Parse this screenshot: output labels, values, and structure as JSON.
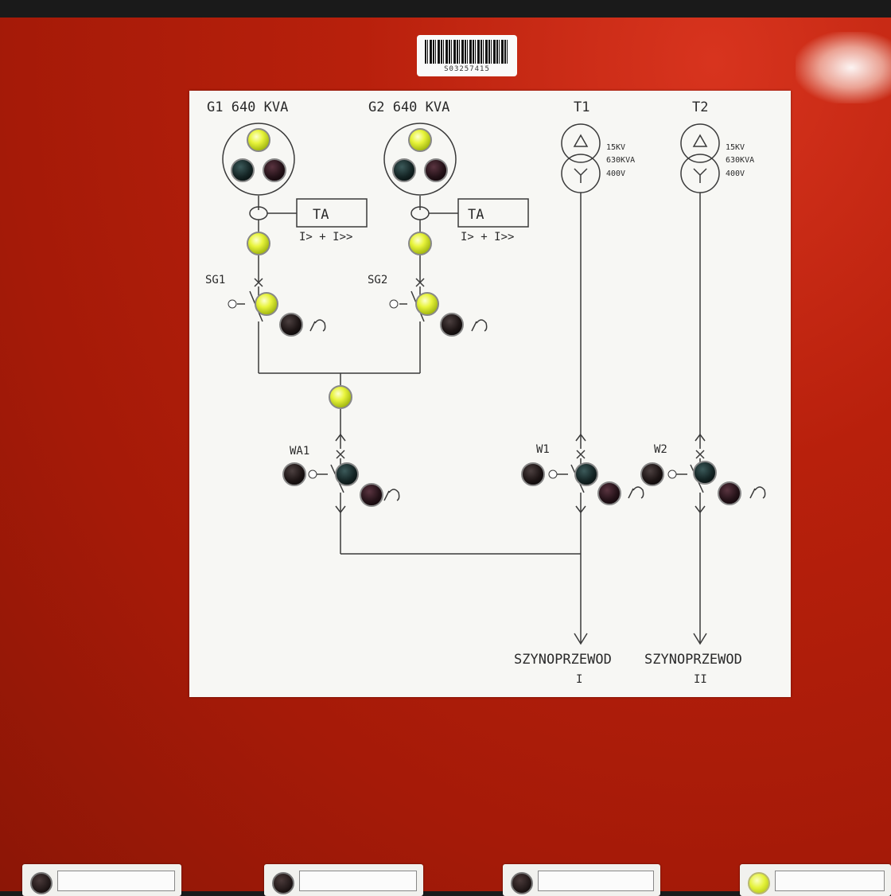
{
  "barcode": {
    "number": "S03257415"
  },
  "generators": [
    {
      "label": "G1 640 KVA",
      "protection_box": "TA",
      "protection_text": "I> + I>>",
      "breaker_label": "SG1"
    },
    {
      "label": "G2 640 KVA",
      "protection_box": "TA",
      "protection_text": "I> + I>>",
      "breaker_label": "SG2"
    }
  ],
  "transformers": [
    {
      "label": "T1",
      "primary": "15KV",
      "rating": "630KVA",
      "secondary": "400V",
      "breaker_label": "W1"
    },
    {
      "label": "T2",
      "primary": "15KV",
      "rating": "630KVA",
      "secondary": "400V",
      "breaker_label": "W2"
    }
  ],
  "coupler": {
    "breaker_label": "WA1"
  },
  "busbars": [
    {
      "name": "SZYNOPRZEWOD",
      "number": "I"
    },
    {
      "name": "SZYNOPRZEWOD",
      "number": "II"
    }
  ],
  "bottom_plates": [
    {
      "lamp": "off",
      "text": ""
    },
    {
      "lamp": "off",
      "text": ""
    },
    {
      "lamp": "off",
      "text": ""
    },
    {
      "lamp": "on",
      "text": ""
    }
  ],
  "colors": {
    "panel": "#b8200c",
    "board": "#f7f7f4",
    "lamp_on": "#e4f23a",
    "lamp_off": "#1e1616"
  }
}
